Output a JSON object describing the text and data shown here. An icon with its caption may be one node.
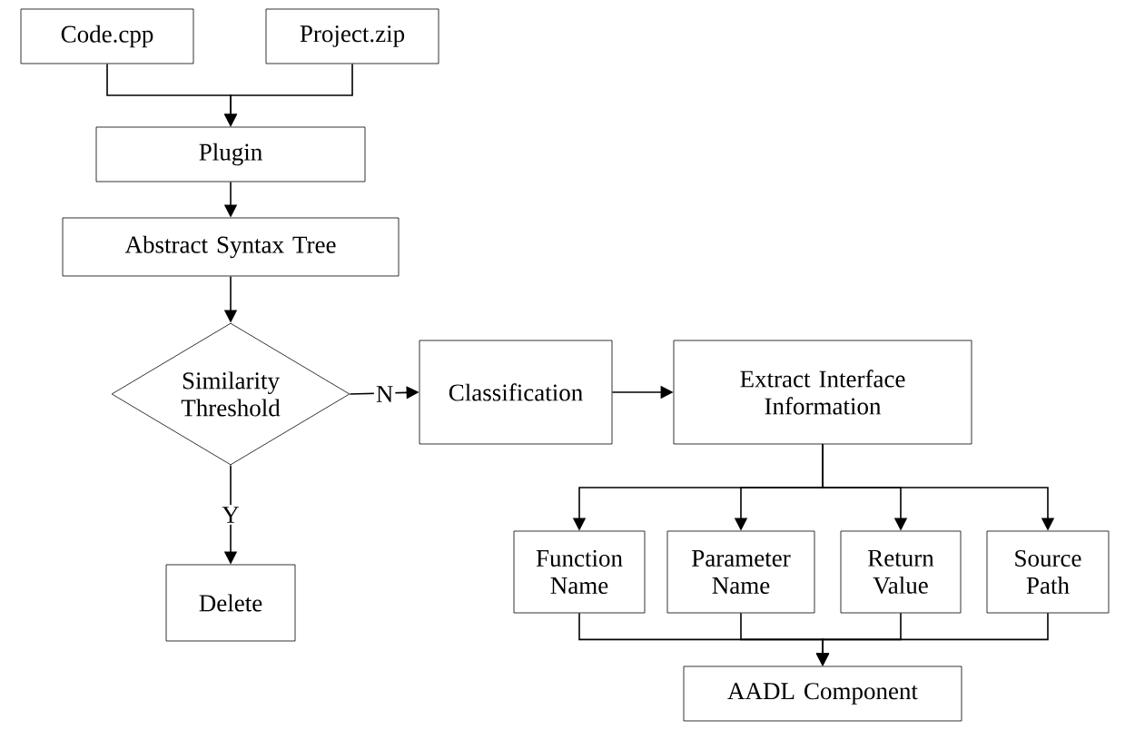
{
  "diagram": {
    "nodes": [
      {
        "text": [
          "Code.cpp"
        ]
      },
      {
        "text": [
          "Project.zip"
        ]
      },
      {
        "text": [
          "Plugin"
        ]
      },
      {
        "text": [
          "Abstract Syntax Tree"
        ]
      },
      {
        "text": [
          "Similarity Threshold"
        ]
      },
      {
        "text": [
          "Classification"
        ]
      },
      {
        "text": [
          "Extract Interface Information"
        ]
      },
      {
        "text": [
          "Delete"
        ]
      },
      {
        "text": [
          "Function Name"
        ]
      },
      {
        "text": [
          "Parameter Name"
        ]
      },
      {
        "text": [
          "Return Value"
        ]
      },
      {
        "text": [
          "Source Path"
        ]
      },
      {
        "text": [
          "AADL Component"
        ]
      }
    ],
    "edges": [
      {
        "from": 0,
        "to": 2,
        "arrow": "to"
      },
      {
        "from": 1,
        "to": 2,
        "arrow": "to"
      },
      {
        "from": 2,
        "to": 3,
        "arrow": "to"
      },
      {
        "from": 3,
        "to": 4,
        "arrow": "to"
      },
      {
        "from": 4,
        "to": 5,
        "arrow": "to",
        "label": "N"
      },
      {
        "from": 5,
        "to": 6,
        "arrow": "to"
      },
      {
        "from": 4,
        "to": 7,
        "arrow": "to",
        "label": "Y"
      },
      {
        "from": 6,
        "to": 8,
        "arrow": "to"
      },
      {
        "from": 6,
        "to": 9,
        "arrow": "to"
      },
      {
        "from": 6,
        "to": 10,
        "arrow": "to"
      },
      {
        "from": 6,
        "to": 11,
        "arrow": "to"
      },
      {
        "from": 8,
        "to": 12,
        "arrow": "to"
      },
      {
        "from": 9,
        "to": 12,
        "arrow": "to"
      },
      {
        "from": 10,
        "to": 12,
        "arrow": "to"
      },
      {
        "from": 11,
        "to": 12,
        "arrow": "to"
      }
    ]
  }
}
